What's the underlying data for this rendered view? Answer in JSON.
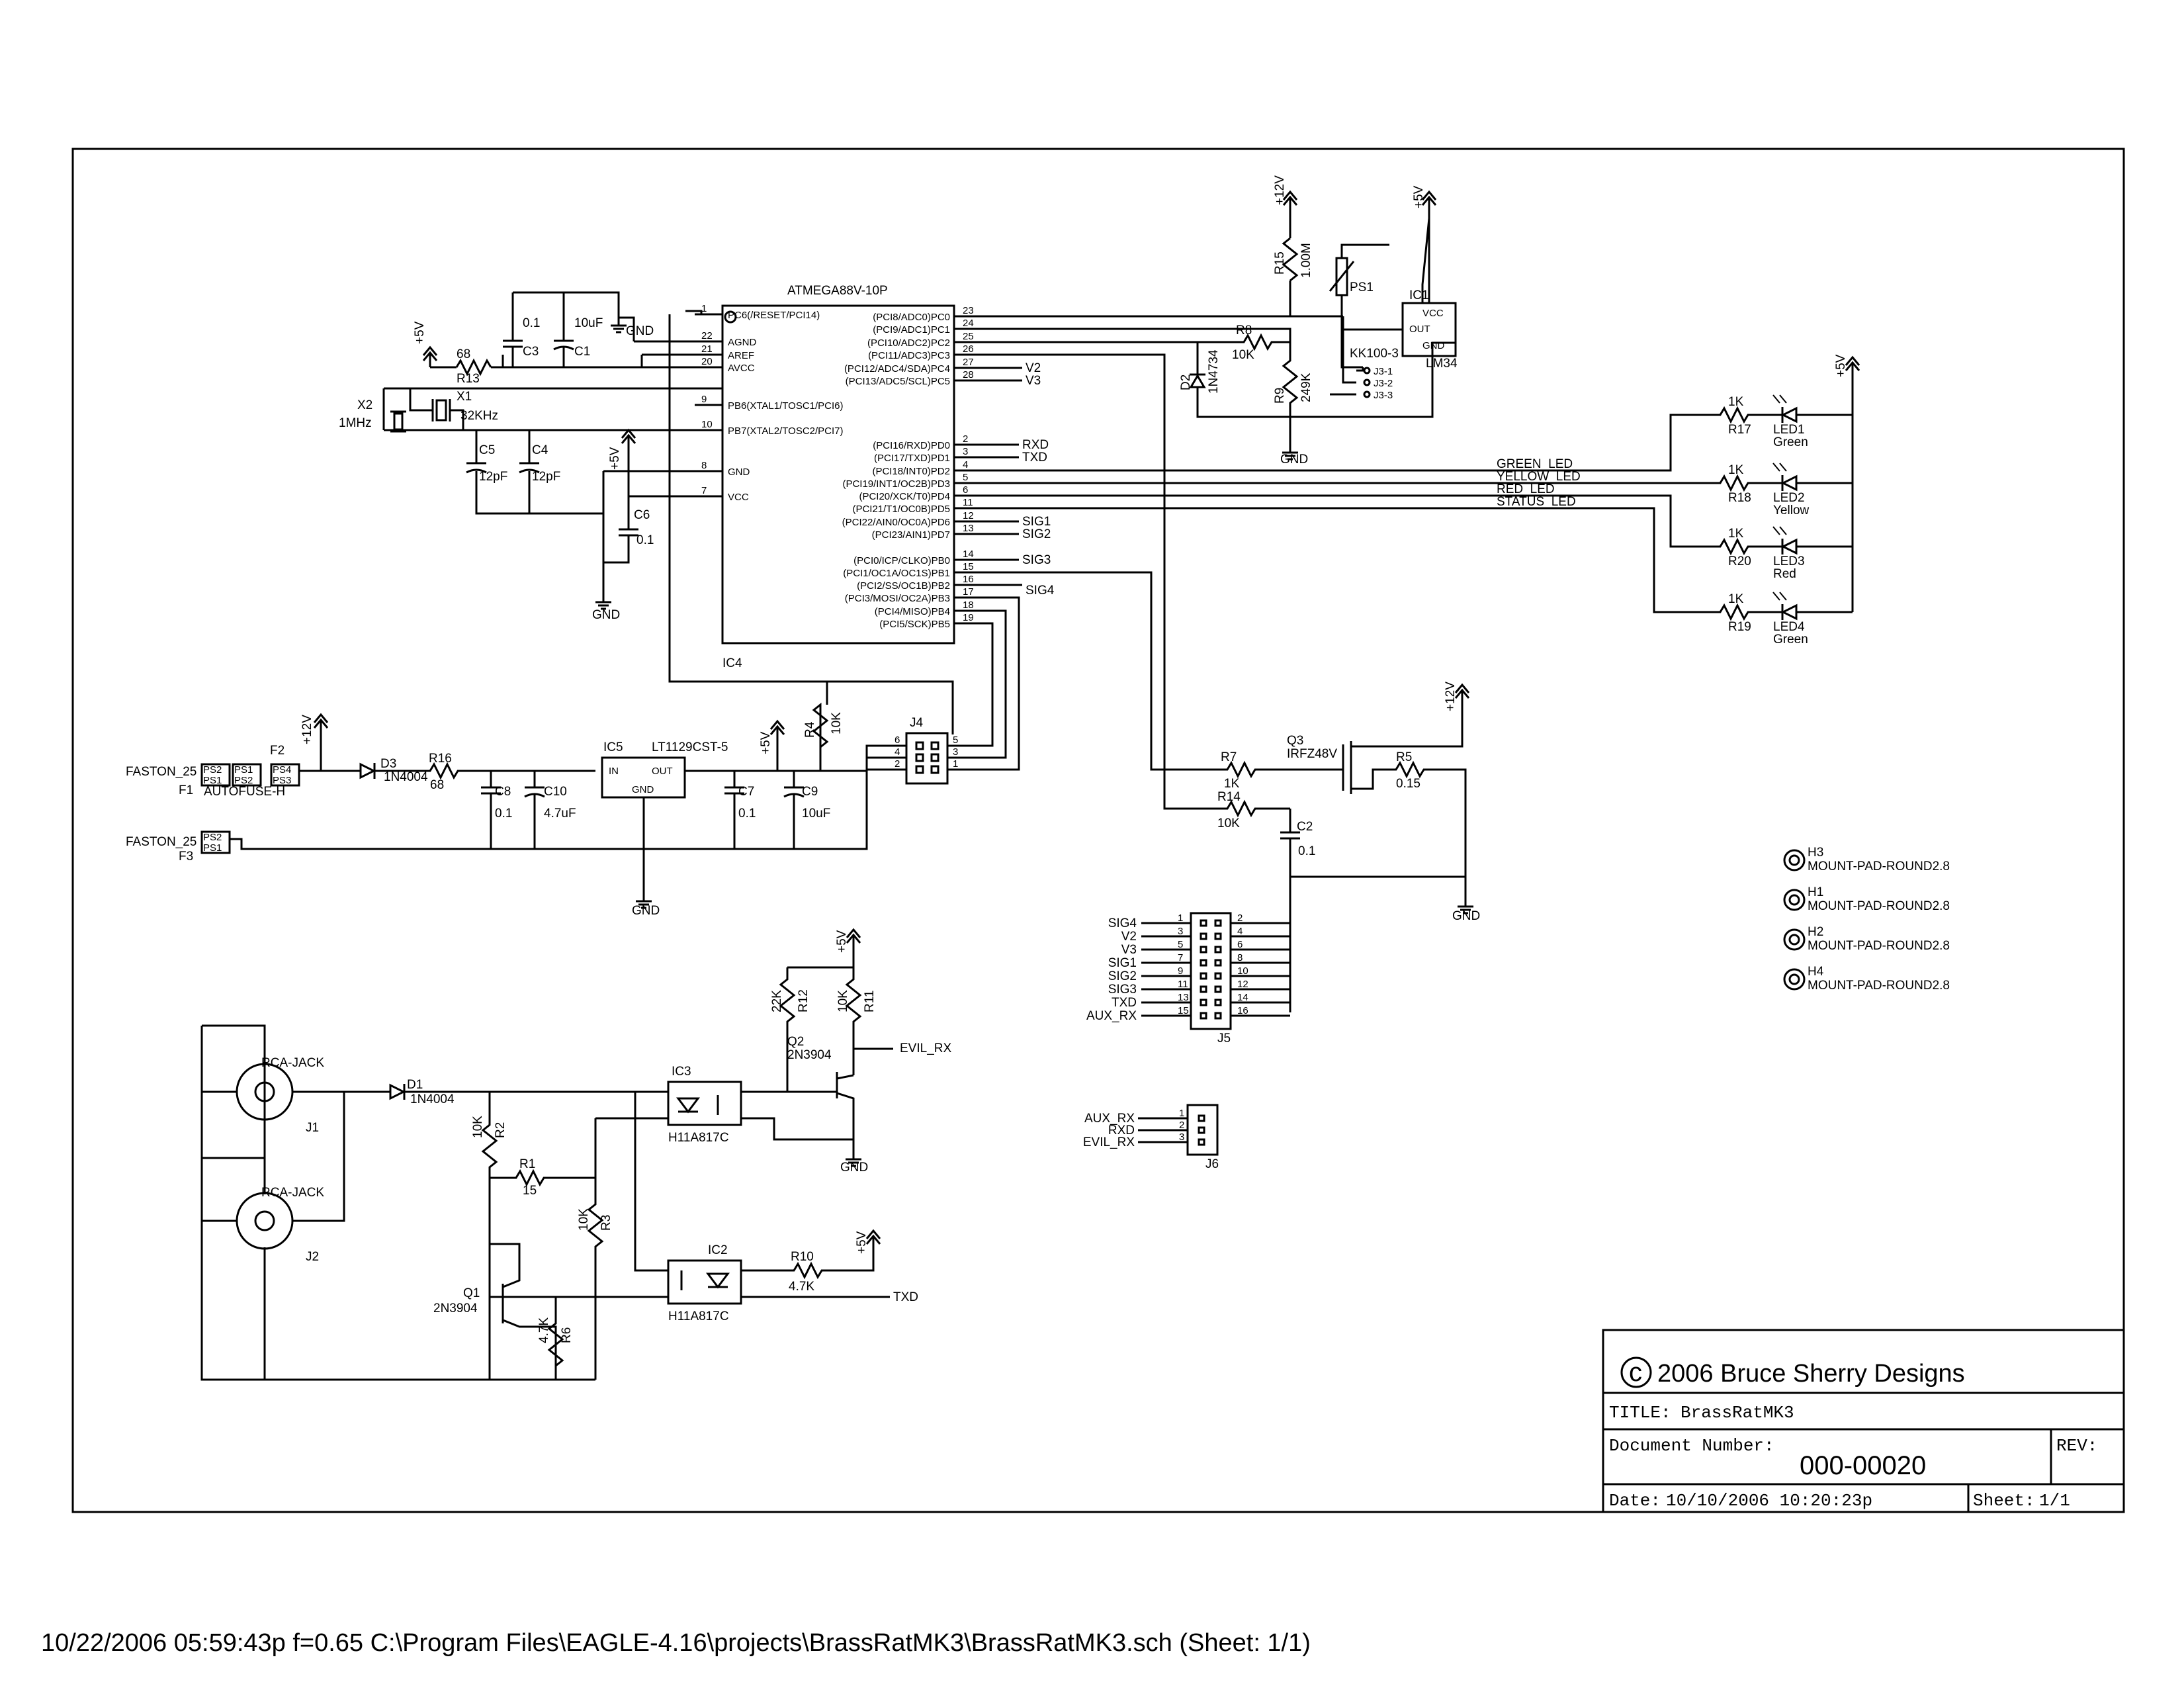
{
  "ic4": {
    "name": "ATMEGA88V-10P",
    "ref": "IC4",
    "left_pins": [
      {
        "num": "1",
        "label": "PC6(/RESET/PCI14)"
      },
      {
        "num": "22",
        "label": "AGND"
      },
      {
        "num": "21",
        "label": "AREF"
      },
      {
        "num": "20",
        "label": "AVCC"
      },
      {
        "num": "9",
        "label": "PB6(XTAL1/TOSC1/PCI6)"
      },
      {
        "num": "10",
        "label": "PB7(XTAL2/TOSC2/PCI7)"
      },
      {
        "num": "8",
        "label": "GND"
      },
      {
        "num": "7",
        "label": "VCC"
      }
    ],
    "right_pins": [
      {
        "num": "23",
        "label": "(PCI8/ADC0)PC0"
      },
      {
        "num": "24",
        "label": "(PCI9/ADC1)PC1"
      },
      {
        "num": "25",
        "label": "(PCI10/ADC2)PC2"
      },
      {
        "num": "26",
        "label": "(PCI11/ADC3)PC3"
      },
      {
        "num": "27",
        "label": "(PCI12/ADC4/SDA)PC4"
      },
      {
        "num": "28",
        "label": "(PCI13/ADC5/SCL)PC5"
      },
      {
        "num": "2",
        "label": "(PCI16/RXD)PD0"
      },
      {
        "num": "3",
        "label": "(PCI17/TXD)PD1"
      },
      {
        "num": "4",
        "label": "(PCI18/INT0)PD2"
      },
      {
        "num": "5",
        "label": "(PCI19/INT1/OC2B)PD3"
      },
      {
        "num": "6",
        "label": "(PCI20/XCK/T0)PD4"
      },
      {
        "num": "11",
        "label": "(PCI21/T1/OC0B)PD5"
      },
      {
        "num": "12",
        "label": "(PCI22/AIN0/OC0A)PD6"
      },
      {
        "num": "13",
        "label": "(PCI23/AIN1)PD7"
      },
      {
        "num": "14",
        "label": "(PCI0/ICP/CLKO)PB0"
      },
      {
        "num": "15",
        "label": "(PCI1/OC1A/OC1S)PB1"
      },
      {
        "num": "16",
        "label": "(PCI2/SS/OC1B)PB2"
      },
      {
        "num": "17",
        "label": "(PCI3/MOSI/OC2A)PB3"
      },
      {
        "num": "18",
        "label": "(PCI4/MISO)PB4"
      },
      {
        "num": "19",
        "label": "(PCI5/SCK)PB5"
      }
    ],
    "nets": {
      "v2": "V2",
      "v3": "V3",
      "rxd": "RXD",
      "txd": "TXD",
      "sig1": "SIG1",
      "sig2": "SIG2",
      "sig3": "SIG3",
      "sig4": "SIG4"
    }
  },
  "power": {
    "p5v": "+5V",
    "p12v": "+12V",
    "gnd": "GND"
  },
  "parts": {
    "c3": {
      "ref": "C3",
      "val": "0.1"
    },
    "c1": {
      "ref": "C1",
      "val": "10uF"
    },
    "r13": {
      "ref": "R13",
      "val": "68"
    },
    "x1": {
      "ref": "X1",
      "val": "32KHz"
    },
    "x2": {
      "ref": "X2",
      "val": "1MHz"
    },
    "c5": {
      "ref": "C5",
      "val": "12pF"
    },
    "c4": {
      "ref": "C4",
      "val": "12pF"
    },
    "c6": {
      "ref": "C6",
      "val": "0.1"
    },
    "r15": {
      "ref": "R15",
      "val": "1.00M"
    },
    "ps1": {
      "ref": "PS1",
      "val": "KK100-3"
    },
    "ic1": {
      "ref": "IC1",
      "val": "LM34",
      "pins": [
        "VCC",
        "OUT",
        "GND"
      ]
    },
    "r8": {
      "ref": "R8",
      "val": "10K"
    },
    "d2": {
      "ref": "D2",
      "val": "1N4734"
    },
    "r9": {
      "ref": "R9",
      "val": "249K"
    },
    "j3": [
      "J3-1",
      "J3-2",
      "J3-3"
    ],
    "r17": {
      "ref": "R17",
      "val": "1K"
    },
    "r18": {
      "ref": "R18",
      "val": "1K"
    },
    "r20": {
      "ref": "R20",
      "val": "1K"
    },
    "r19": {
      "ref": "R19",
      "val": "1K"
    },
    "led1": {
      "ref": "LED1",
      "val": "Green"
    },
    "led2": {
      "ref": "LED2",
      "val": "Yellow"
    },
    "led3": {
      "ref": "LED3",
      "val": "Red"
    },
    "led4": {
      "ref": "LED4",
      "val": "Green"
    },
    "f1": {
      "ref": "F1",
      "val": "FASTON_25",
      "pins": [
        "PS2",
        "PS1"
      ]
    },
    "f2": {
      "ref": "F2",
      "val": "AUTOFUSE-H",
      "pins": [
        "PS1",
        "PS2",
        "PS4",
        "PS3"
      ]
    },
    "f3": {
      "ref": "F3",
      "val": "FASTON_25",
      "pins": [
        "PS2",
        "PS1"
      ]
    },
    "d3": {
      "ref": "D3",
      "val": "1N4004"
    },
    "r16": {
      "ref": "R16",
      "val": "68"
    },
    "c8": {
      "ref": "C8",
      "val": "0.1"
    },
    "c10": {
      "ref": "C10",
      "val": "4.7uF"
    },
    "ic5": {
      "ref": "IC5",
      "val": "LT1129CST-5",
      "pins": [
        "IN",
        "OUT",
        "GND"
      ]
    },
    "c7": {
      "ref": "C7",
      "val": "0.1"
    },
    "c9": {
      "ref": "C9",
      "val": "10uF"
    },
    "r4": {
      "ref": "R4",
      "val": "10K"
    },
    "j4": {
      "ref": "J4"
    },
    "r7": {
      "ref": "R7",
      "val": "1K"
    },
    "r14": {
      "ref": "R14",
      "val": "10K"
    },
    "q3": {
      "ref": "Q3",
      "val": "IRFZ48V"
    },
    "r5": {
      "ref": "R5",
      "val": "0.15"
    },
    "c2": {
      "ref": "C2",
      "val": "0.1"
    },
    "j5": {
      "ref": "J5",
      "labels": [
        "SIG4",
        "V2",
        "V3",
        "SIG1",
        "SIG2",
        "SIG3",
        "TXD",
        "AUX_RX"
      ]
    },
    "j6": {
      "ref": "J6",
      "labels": [
        "AUX_RX",
        "RXD",
        "EVIL_RX"
      ]
    },
    "mount": [
      {
        "ref": "H3",
        "val": "MOUNT-PAD-ROUND2.8"
      },
      {
        "ref": "H1",
        "val": "MOUNT-PAD-ROUND2.8"
      },
      {
        "ref": "H2",
        "val": "MOUNT-PAD-ROUND2.8"
      },
      {
        "ref": "H4",
        "val": "MOUNT-PAD-ROUND2.8"
      }
    ],
    "r12": {
      "ref": "R12",
      "val": "22K"
    },
    "r11": {
      "ref": "R11",
      "val": "10K"
    },
    "q2": {
      "ref": "Q2",
      "val": "2N3904"
    },
    "evil_rx": "EVIL_RX",
    "j1": {
      "ref": "J1",
      "val": "RCA-JACK"
    },
    "j2": {
      "ref": "J2",
      "val": "RCA-JACK"
    },
    "d1": {
      "ref": "D1",
      "val": "1N4004"
    },
    "ic3": {
      "ref": "IC3",
      "val": "H11A817C"
    },
    "r2": {
      "ref": "R2",
      "val": "10K"
    },
    "r1": {
      "ref": "R1",
      "val": "15"
    },
    "r3": {
      "ref": "R3",
      "val": "10K"
    },
    "ic2": {
      "ref": "IC2",
      "val": "H11A817C"
    },
    "r10": {
      "ref": "R10",
      "val": "4.7K"
    },
    "q1": {
      "ref": "Q1",
      "val": "2N3904"
    },
    "r6": {
      "ref": "R6",
      "val": "4.7K"
    }
  },
  "led_nets": [
    "GREEN_LED",
    "YELLOW_LED",
    "RED_LED",
    "STATUS_LED"
  ],
  "titleblock": {
    "copyright": "2006 Bruce Sherry Designs",
    "title_label": "TITLE:",
    "title": "BrassRatMK3",
    "docnum_label": "Document Number:",
    "docnum": "000-00020",
    "rev_label": "REV:",
    "date_label": "Date:",
    "date": "10/10/2006 10:20:23p",
    "sheet_label": "Sheet:",
    "sheet": "1/1"
  },
  "footer": "10/22/2006 05:59:43p  f=0.65  C:\\Program Files\\EAGLE-4.16\\projects\\BrassRatMK3\\BrassRatMK3.sch (Sheet: 1/1)"
}
